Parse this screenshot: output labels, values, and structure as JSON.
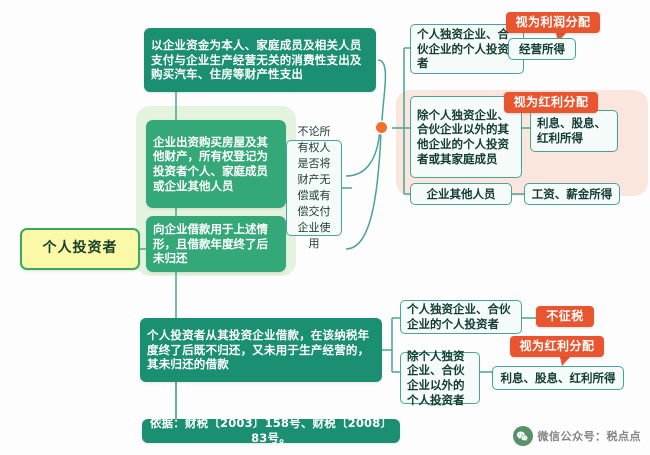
{
  "diagram": {
    "root": {
      "label": "个人投资者"
    },
    "branch_upper": {
      "conditions": [
        {
          "id": "cond-1",
          "text": "以企业资金为本人、家庭成员及相关人员支付与企业生产经营无关的消费性支出及购买汽车、住房等财产性支出"
        },
        {
          "id": "cond-2",
          "text": "企业出资购买房屋及其他财产，所有权登记为投资者个人、家庭成员或企业其他人员"
        },
        {
          "id": "cond-3",
          "text": "向企业借款用于上述情形，且借款年度终了后未归还"
        }
      ],
      "note": {
        "id": "note-ownership",
        "text": "不论所有权人是否将财产无偿或有偿交付企业使用"
      },
      "subjects": [
        {
          "id": "subject-1",
          "text": "个人独资企业、合伙企业的个人投资者",
          "income": "经营所得",
          "tag": "视为利润分配"
        },
        {
          "id": "subject-2",
          "text": "除个人独资企业、合伙企业以外的其他企业的个人投资者或其家庭成员",
          "income": "利息、股息、红利所得",
          "tag": "视为红利分配"
        },
        {
          "id": "subject-3",
          "text": "企业其他人员",
          "income": "工资、薪金所得",
          "tag": ""
        }
      ]
    },
    "branch_lower": {
      "condition": {
        "id": "cond-loan",
        "text": "个人投资者从其投资企业借款，在该纳税年度终了后既不归还，又未用于生产经营的，其未归还的借款"
      },
      "subjects": [
        {
          "id": "subject-4",
          "text": "个人独资企业、合伙企业的个人投资者",
          "income": "",
          "tag": "不征税"
        },
        {
          "id": "subject-5",
          "text": "除个人独资企业、合伙企业以外的个人投资者",
          "income": "利息、股息、红利所得",
          "tag": "视为红利分配"
        }
      ]
    },
    "footnote": {
      "id": "legal-basis",
      "text": "依据：财税〔2003〕158号、财税〔2008〕83号。"
    },
    "watermark": {
      "text": "微信公众号：税点点"
    },
    "colors": {
      "root_fill": "#fbf8a8",
      "root_border": "#3aa860",
      "green_solid": "#1b8f72",
      "green_mid": "#34a878",
      "orange": "#e8552e",
      "blob_green": "#e4f3dd",
      "blob_pink": "#fbe6de",
      "outline_teal": "#4aa39a",
      "outline_green": "#49a472",
      "connector": "#4aa39a",
      "dot": "#ef6f2b"
    }
  }
}
